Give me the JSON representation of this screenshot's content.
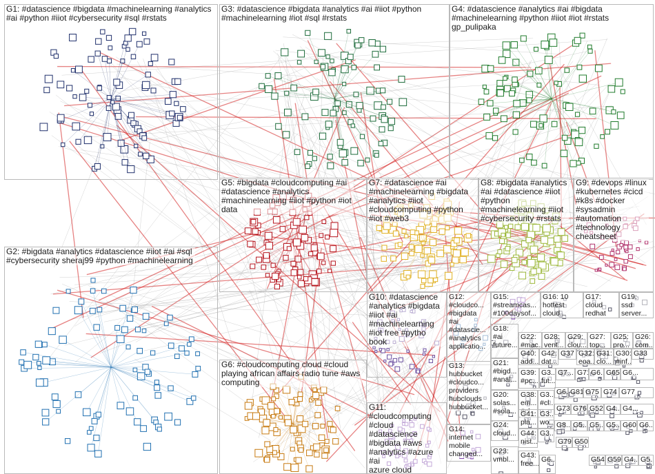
{
  "groups": [
    {
      "id": "g1",
      "label": "G1: #datascience #bigdata #machinelearning #analytics\n#ai #python #iiot #cybersecurity #sql #rstats",
      "color": "#1f2f6b"
    },
    {
      "id": "g2",
      "label": "G2: #bigdata #analytics #datascience #iiot #ai #sql\n#cybersecurity sheraj99 #python #machinelearning",
      "color": "#1f6fb0"
    },
    {
      "id": "g3",
      "label": "G3: #datascience #bigdata #analytics #ai #iiot #python\n#machinelearning #iot #sql #rstats",
      "color": "#1c6b3a"
    },
    {
      "id": "g4",
      "label": "G4: #datascience #analytics #ai #bigdata\n#machinelearning #python #iiot #iot #rstats\ngp_pulipaka",
      "color": "#1e7a2a"
    },
    {
      "id": "g5",
      "label": "G5: #bigdata #cloudcomputing #ai\n#datascience #analytics\n#machinelearning #iiot #python #iot\ndata",
      "color": "#b5121b"
    },
    {
      "id": "g7",
      "label": "G7: #datascience #ai\n#machinelearning #bigdata\n#analytics #iiot\n#cloudcomputing #python\n#iot #web3",
      "color": "#e0b020"
    },
    {
      "id": "g8",
      "label": "G8: #bigdata #analytics\n#ai #datascience #iiot\n#python\n#machinelearning #iiot\n#cybersecurity #rstats",
      "color": "#9cb83a"
    },
    {
      "id": "g9",
      "label": "G9: #devops #linux\n#kubernetes #cicd\n#k8s #docker\n#sysadmin\n#automation\n#technology\ncheatsheet",
      "color": "#b0306a"
    },
    {
      "id": "g10",
      "label": "G10: #datascience\n#analytics #bigdata\n#iiot #ai\n#machinelearning\n#iot free #pytho book",
      "color": "#6b4fa0"
    },
    {
      "id": "g6",
      "label": "G6: #cloudcomputing cloud #cloud\nplaying african affairs radio tune #aws\ncomputing",
      "color": "#c77a10"
    },
    {
      "id": "g11",
      "label": "G11:\n#cloudcomputing\n#cloud #datascience\n#bigdata #aws\n#analytics #azure #ai\nazure cloud",
      "color": "#7a3fa8"
    },
    {
      "id": "g12",
      "label": "G12:\n#cloudco...\n#bigdata\n#ai\n#datascie...\n#analytics\napplicatio...",
      "color": "#3a6fa8"
    },
    {
      "id": "g13",
      "label": "G13:\nhubbucket\n#cloudco...\nproviders\nhubclouds\nhubbucket...",
      "color": "#556"
    },
    {
      "id": "g14",
      "label": "G14:\ninternet\nmobile\nchanged...",
      "color": "#7a3fa8"
    },
    {
      "id": "g15",
      "label": "G15:\n#streamcas...\n#100daysof...",
      "color": "#7a3fa8"
    },
    {
      "id": "g16",
      "label": "G16: 10\nhottest\ncloud...",
      "color": "#556"
    },
    {
      "id": "g17",
      "label": "G17:\ncloud\nredhat",
      "color": "#556"
    },
    {
      "id": "g19",
      "label": "G19:\nssd\nserver...",
      "color": "#556"
    },
    {
      "id": "g18",
      "label": "G18:\n#ai\nfuture...",
      "color": "#556"
    },
    {
      "id": "g22",
      "label": "G22:\n#mac...",
      "color": "#556"
    },
    {
      "id": "g28",
      "label": "G28:\nvent...",
      "color": "#556"
    },
    {
      "id": "g29",
      "label": "G29:\nclou...",
      "color": "#556"
    },
    {
      "id": "g27",
      "label": "G27:\ntop...",
      "color": "#556"
    },
    {
      "id": "g25",
      "label": "G25:\npro...",
      "color": "#556"
    },
    {
      "id": "g26",
      "label": "G26:\ncom...",
      "color": "#556"
    },
    {
      "id": "g21",
      "label": "G21:\n#bigd...\n#anal...",
      "color": "#556"
    },
    {
      "id": "g40",
      "label": "G40:\nadd...",
      "color": "#556"
    },
    {
      "id": "g42",
      "label": "G42:\ndat...",
      "color": "#556"
    },
    {
      "id": "g37",
      "label": "G37",
      "color": "#556"
    },
    {
      "id": "g32",
      "label": "G32:\neoa...",
      "color": "#556"
    },
    {
      "id": "g31",
      "label": "G31:\nclo...",
      "color": "#556"
    },
    {
      "id": "g30",
      "label": "G30:\n#inf...",
      "color": "#556"
    },
    {
      "id": "g33",
      "label": "G33",
      "color": "#556"
    },
    {
      "id": "g39",
      "label": "G39:\n#pc...",
      "color": "#556"
    },
    {
      "id": "g3x",
      "label": "G3...\nfut...",
      "color": "#556"
    },
    {
      "id": "g7s",
      "label": "G7...",
      "color": "#556"
    },
    {
      "id": "g71",
      "label": "G71",
      "color": "#556"
    },
    {
      "id": "g6a",
      "label": "G6...",
      "color": "#556"
    },
    {
      "id": "g65",
      "label": "G65",
      "color": "#556"
    },
    {
      "id": "g6b",
      "label": "G6...",
      "color": "#556"
    },
    {
      "id": "g20",
      "label": "G20:\nsolas...\n#sola...",
      "color": "#556"
    },
    {
      "id": "g38",
      "label": "G38:\nem...\n#cl...",
      "color": "#556"
    },
    {
      "id": "g3y",
      "label": "G3...\n#cl...",
      "color": "#556"
    },
    {
      "id": "g6c",
      "label": "G6...",
      "color": "#556"
    },
    {
      "id": "g81",
      "label": "G81",
      "color": "#556"
    },
    {
      "id": "g75",
      "label": "G75",
      "color": "#556"
    },
    {
      "id": "g74",
      "label": "G74",
      "color": "#556"
    },
    {
      "id": "g77",
      "label": "G77",
      "color": "#556"
    },
    {
      "id": "g41",
      "label": "G41:\npla...",
      "color": "#556"
    },
    {
      "id": "g3z",
      "label": "G3...\nwo...",
      "color": "#556"
    },
    {
      "id": "g73",
      "label": "G73",
      "color": "#556"
    },
    {
      "id": "g76",
      "label": "G76",
      "color": "#556"
    },
    {
      "id": "g52",
      "label": "G52",
      "color": "#556"
    },
    {
      "id": "g4a",
      "label": "G4...",
      "color": "#556"
    },
    {
      "id": "g4b",
      "label": "G4...",
      "color": "#556"
    },
    {
      "id": "g24",
      "label": "G24:\ncloud...",
      "color": "#556"
    },
    {
      "id": "g44",
      "label": "G44:\nnist...",
      "color": "#556"
    },
    {
      "id": "g3w",
      "label": "G3...",
      "color": "#556"
    },
    {
      "id": "g8s",
      "label": "G8...",
      "color": "#556"
    },
    {
      "id": "g5a",
      "label": "G5...",
      "color": "#556"
    },
    {
      "id": "g5b",
      "label": "G5...",
      "color": "#556"
    },
    {
      "id": "g5c",
      "label": "G5...",
      "color": "#556"
    },
    {
      "id": "g60",
      "label": "G60",
      "color": "#556"
    },
    {
      "id": "g6d",
      "label": "G6...",
      "color": "#556"
    },
    {
      "id": "g23",
      "label": "G23:\nvmbl...",
      "color": "#556"
    },
    {
      "id": "g43",
      "label": "G43:\nfree...",
      "color": "#556"
    },
    {
      "id": "g6e",
      "label": "G6...",
      "color": "#556"
    },
    {
      "id": "g79",
      "label": "G79",
      "color": "#556"
    },
    {
      "id": "g50",
      "label": "G50",
      "color": "#556"
    },
    {
      "id": "g54",
      "label": "G54",
      "color": "#556"
    },
    {
      "id": "g59",
      "label": "G59",
      "color": "#556"
    },
    {
      "id": "g4c",
      "label": "G4...",
      "color": "#556"
    },
    {
      "id": "g5d",
      "label": "G5...",
      "color": "#556"
    }
  ],
  "colors": {
    "edge": "#9a9a9a",
    "highlight": "#d11a1a",
    "frame": "#b9b9b9"
  }
}
